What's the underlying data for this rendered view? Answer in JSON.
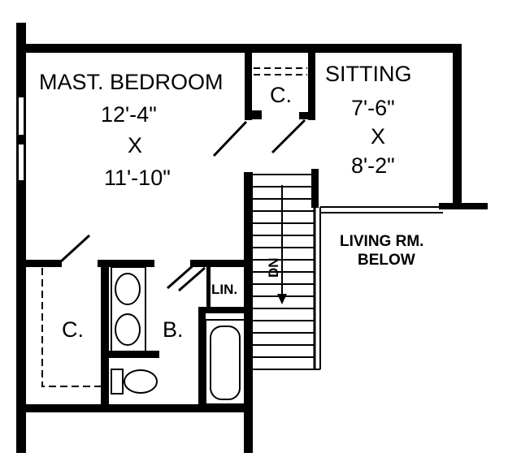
{
  "rooms": {
    "master_bedroom": {
      "name": "MAST. BEDROOM",
      "dim_width": "12'-4\"",
      "dim_by": "X",
      "dim_length": "11'-10\""
    },
    "sitting": {
      "name": "SITTING",
      "dim_width": "7'-6\"",
      "dim_by": "X",
      "dim_length": "8'-2\""
    },
    "closet_upper": {
      "name": "C."
    },
    "closet_lower": {
      "name": "C."
    },
    "bath": {
      "name": "B."
    },
    "linen": {
      "name": "LIN."
    },
    "living_below": {
      "line1": "LIVING RM.",
      "line2": "BELOW"
    }
  },
  "stair": {
    "direction_label": "DN"
  }
}
